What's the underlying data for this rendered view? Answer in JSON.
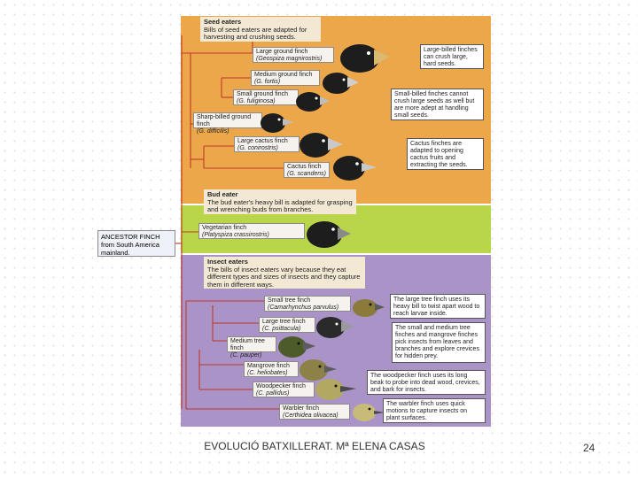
{
  "groups": {
    "seed": {
      "title": "Seed eaters",
      "desc": "Bills of seed eaters are adapted for harvesting and crushing seeds."
    },
    "bud": {
      "title": "Bud eater",
      "desc": "The bud eater's heavy bill is adapted for grasping and wrenching buds from branches."
    },
    "insect": {
      "title": "Insect eaters",
      "desc": "The bills of insect eaters vary because they eat different types and sizes of insects and they capture them in different ways."
    }
  },
  "ancestor": "ANCESTOR FINCH from South America mainland.",
  "finches": [
    {
      "name": "Large ground finch",
      "sci": "(Geospiza magnirostris)"
    },
    {
      "name": "Medium ground finch",
      "sci": "(G. fortis)"
    },
    {
      "name": "Small ground finch",
      "sci": "(G. fuliginosa)"
    },
    {
      "name": "Sharp-billed ground finch",
      "sci": "(G. difficilis)"
    },
    {
      "name": "Large cactus finch",
      "sci": "(G. conirostris)"
    },
    {
      "name": "Cactus finch",
      "sci": "(G. scandens)"
    },
    {
      "name": "Vegetarian finch",
      "sci": "(Platyspiza crassirostris)"
    },
    {
      "name": "Small tree finch",
      "sci": "(Camarhynchus parvulus)"
    },
    {
      "name": "Large tree finch",
      "sci": "(C. psittacula)"
    },
    {
      "name": "Medium tree finch",
      "sci": "(C. pauper)"
    },
    {
      "name": "Mangrove finch",
      "sci": "(C. heliobates)"
    },
    {
      "name": "Woodpecker finch",
      "sci": "(C. pallidus)"
    },
    {
      "name": "Warbler finch",
      "sci": "(Certhidea olivacea)"
    }
  ],
  "notes": [
    "Large-billed finches can crush large, hard seeds.",
    "Small-billed finches cannot crush large seeds as well but are more adept at handling small seeds.",
    "Cactus finches are adapted to opening cactus fruits and extracting the seeds.",
    "The large tree finch uses its heavy bill to twist apart wood to reach larvae inside.",
    "The small and medium tree finches and mangrove finches pick insects from leaves and branches and explore crevices for hidden prey.",
    "The woodpecker finch uses its long beak to probe into dead wood, crevices, and bark for insects.",
    "The warbler finch uses quick motions to capture insects on plant surfaces."
  ],
  "footer": {
    "text": "EVOLUCIÓ BATXILLERAT. Mª ELENA CASAS",
    "page": "24"
  },
  "colors": {
    "seed": "#eba74a",
    "bud": "#b9d64b",
    "insect": "#a993c7",
    "line": "#c0392b"
  }
}
